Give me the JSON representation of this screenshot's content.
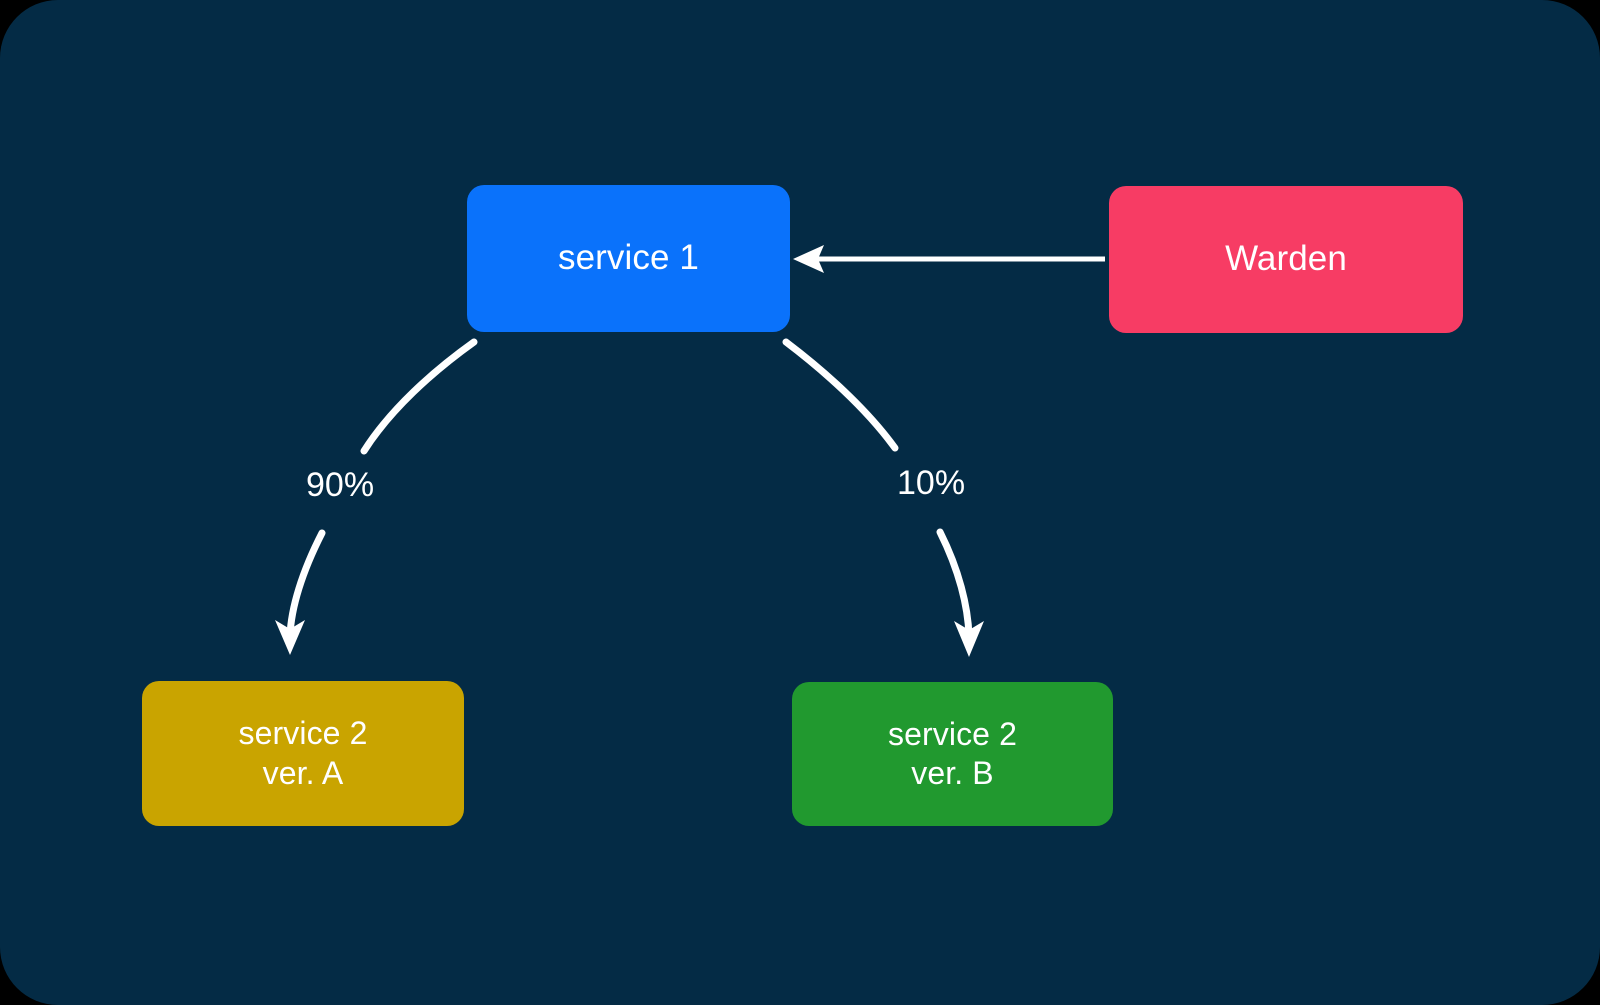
{
  "diagram": {
    "title": "canary-traffic-split",
    "background_color": "#042B45",
    "edge_color": "#FFFFFF",
    "nodes": [
      {
        "id": "service1",
        "label": "service 1",
        "color": "#0A72FB",
        "lines": [
          "service 1"
        ]
      },
      {
        "id": "warden",
        "label": "Warden",
        "color": "#F73C64",
        "lines": [
          "Warden"
        ]
      },
      {
        "id": "service2a",
        "label": "service 2 ver. A",
        "color": "#C9A400",
        "lines": [
          "service 2",
          "ver. A"
        ]
      },
      {
        "id": "service2b",
        "label": "service 2 ver. B",
        "color": "#21992F",
        "lines": [
          "service 2",
          "ver. B"
        ]
      }
    ],
    "edges": [
      {
        "id": "warden-to-service1",
        "from": "warden",
        "to": "service1",
        "label": "",
        "style": "straight-arrow"
      },
      {
        "id": "service1-to-service2a",
        "from": "service1",
        "to": "service2a",
        "label": "90%",
        "style": "curved-arrow"
      },
      {
        "id": "service1-to-service2b",
        "from": "service1",
        "to": "service2b",
        "label": "10%",
        "style": "curved-arrow"
      }
    ],
    "labels": {
      "left_share": "90%",
      "right_share": "10%"
    }
  }
}
